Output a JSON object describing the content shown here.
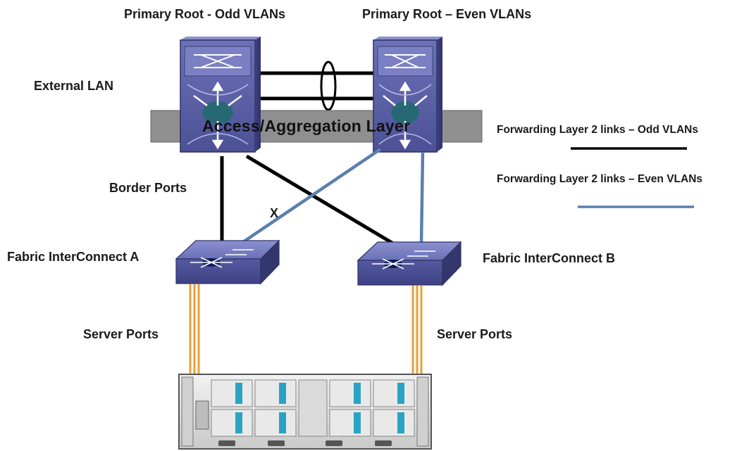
{
  "labels": {
    "primary_root_odd": "Primary Root - Odd VLANs",
    "primary_root_even": "Primary Root – Even VLANs",
    "external_lan": "External LAN",
    "access_aggregation_layer": "Access/Aggregation Layer",
    "border_ports": "Border Ports",
    "blocked_marker": "X",
    "fabric_interconnect_a": "Fabric InterConnect A",
    "fabric_interconnect_b": "Fabric InterConnect B",
    "server_ports_left": "Server Ports",
    "server_ports_right": "Server Ports"
  },
  "legend": {
    "items": [
      {
        "label": "Forwarding Layer 2 links – Odd VLANs",
        "color": "#000000"
      },
      {
        "label": "Forwarding Layer 2 links – Even VLANs",
        "color": "#5b7fae"
      }
    ]
  },
  "colors": {
    "switch_fill": "#5c62a8",
    "switch_top": "#7a80c4",
    "layer_band": "#8a8a8a",
    "odd_link": "#000000",
    "even_link": "#5b7fae",
    "server_link": "#e6a23c"
  },
  "icons": [
    "core-switch-icon",
    "fabric-interconnect-icon",
    "blade-chassis-icon"
  ]
}
